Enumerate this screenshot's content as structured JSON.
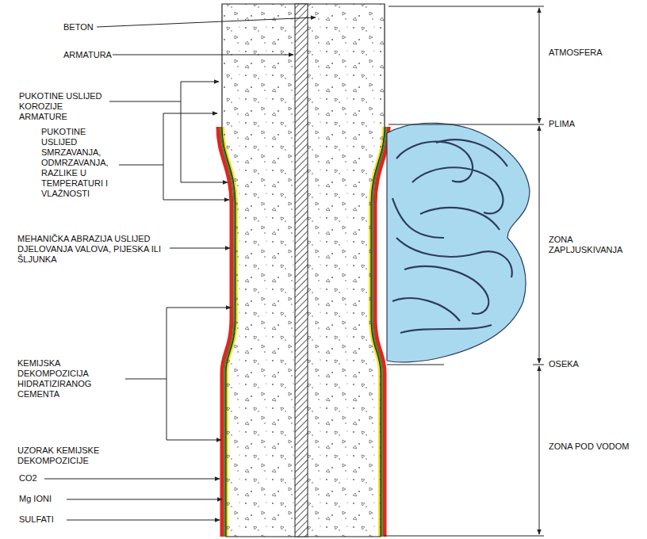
{
  "diagram": {
    "labels": [
      "BETON",
      "ARMATURA",
      "PUKOTINE USLIJED KOROZIJE ARMATURE",
      "PUKOTINE USLIJED SMRZAVANJA, ODMRZAVANJA, RAZLIKE U TEMPERATURI I VLAŽNOSTI",
      "MEHANIČKA ABRAZIJA USLIJED DJELOVANJA VALOVA, PIJESKA ILI ŠLJUNKA",
      "KEMIJSKA DEKOMPOZICIJA HIDRATIZIRANOG CEMENTA",
      "UZORAK KEMIJSKE DEKOMPOZICIJE",
      "CO2",
      "Mg IONI",
      "SULFATI",
      "ATMOSFERA",
      "PLIMA",
      "ZONA ZAPLJUSKIVANJA",
      "OSEKA",
      "ZONA POD VODOM"
    ]
  }
}
